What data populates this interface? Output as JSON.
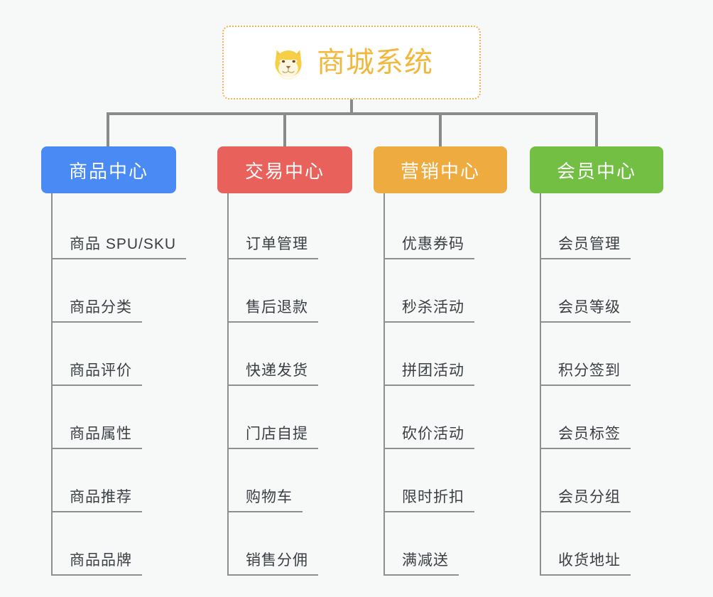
{
  "diagram": {
    "type": "mindmap",
    "background_color": "#f7f8f8",
    "root": {
      "title": "商城系统",
      "icon": "shiba-dog-face-icon",
      "text_color": "#f2b83d",
      "border_color": "#f0b457",
      "background_color": "#ffffff"
    },
    "connector_color": "#8a8a8a",
    "branches": [
      {
        "label": "商品中心",
        "color": "#4a8af4",
        "color_name": "blue",
        "items": [
          "商品 SPU/SKU",
          "商品分类",
          "商品评价",
          "商品属性",
          "商品推荐",
          "商品品牌"
        ]
      },
      {
        "label": "交易中心",
        "color": "#e8615a",
        "color_name": "red",
        "items": [
          "订单管理",
          "售后退款",
          "快递发货",
          "门店自提",
          "购物车",
          "销售分佣"
        ]
      },
      {
        "label": "营销中心",
        "color": "#eeab40",
        "color_name": "orange",
        "items": [
          "优惠券码",
          "秒杀活动",
          "拼团活动",
          "砍价活动",
          "限时折扣",
          "满减送"
        ]
      },
      {
        "label": "会员中心",
        "color": "#72bf44",
        "color_name": "green",
        "items": [
          "会员管理",
          "会员等级",
          "积分签到",
          "会员标签",
          "会员分组",
          "收货地址"
        ]
      }
    ]
  }
}
